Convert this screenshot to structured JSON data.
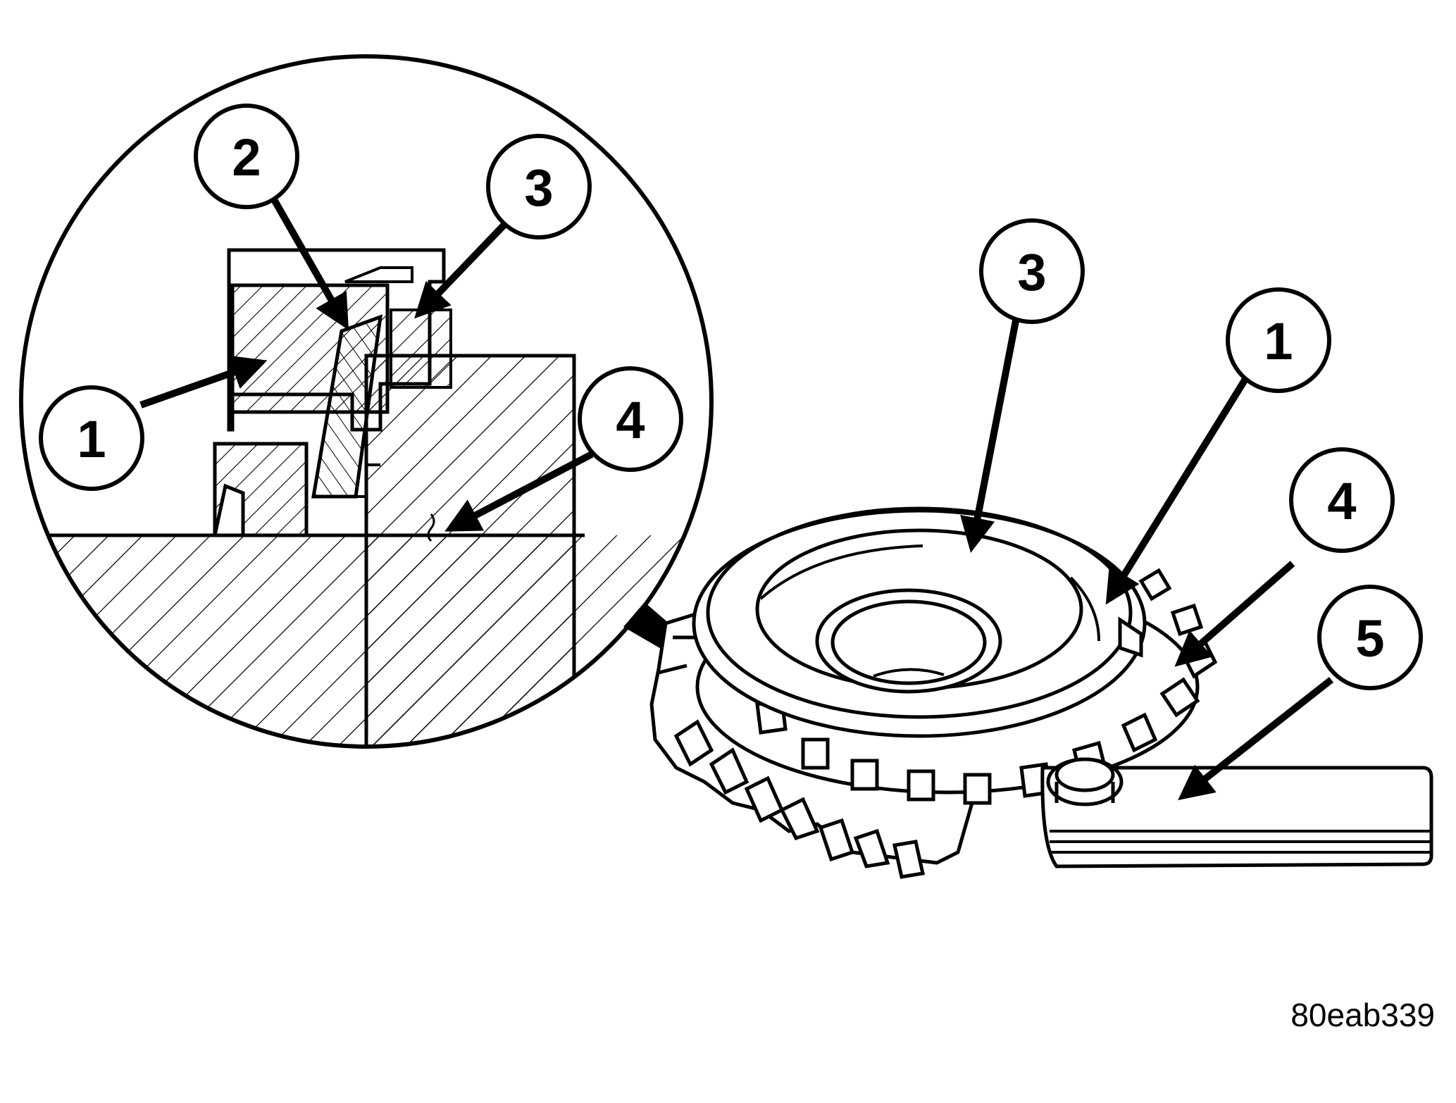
{
  "figure": {
    "id_label": "80eab339",
    "detail_callouts": [
      {
        "key": "c1",
        "label": "1"
      },
      {
        "key": "c2",
        "label": "2"
      },
      {
        "key": "c3",
        "label": "3"
      },
      {
        "key": "c4",
        "label": "4"
      }
    ],
    "assembly_callouts": [
      {
        "key": "a3",
        "label": "3"
      },
      {
        "key": "a1",
        "label": "1"
      },
      {
        "key": "a4",
        "label": "4"
      },
      {
        "key": "a5",
        "label": "5"
      }
    ]
  }
}
